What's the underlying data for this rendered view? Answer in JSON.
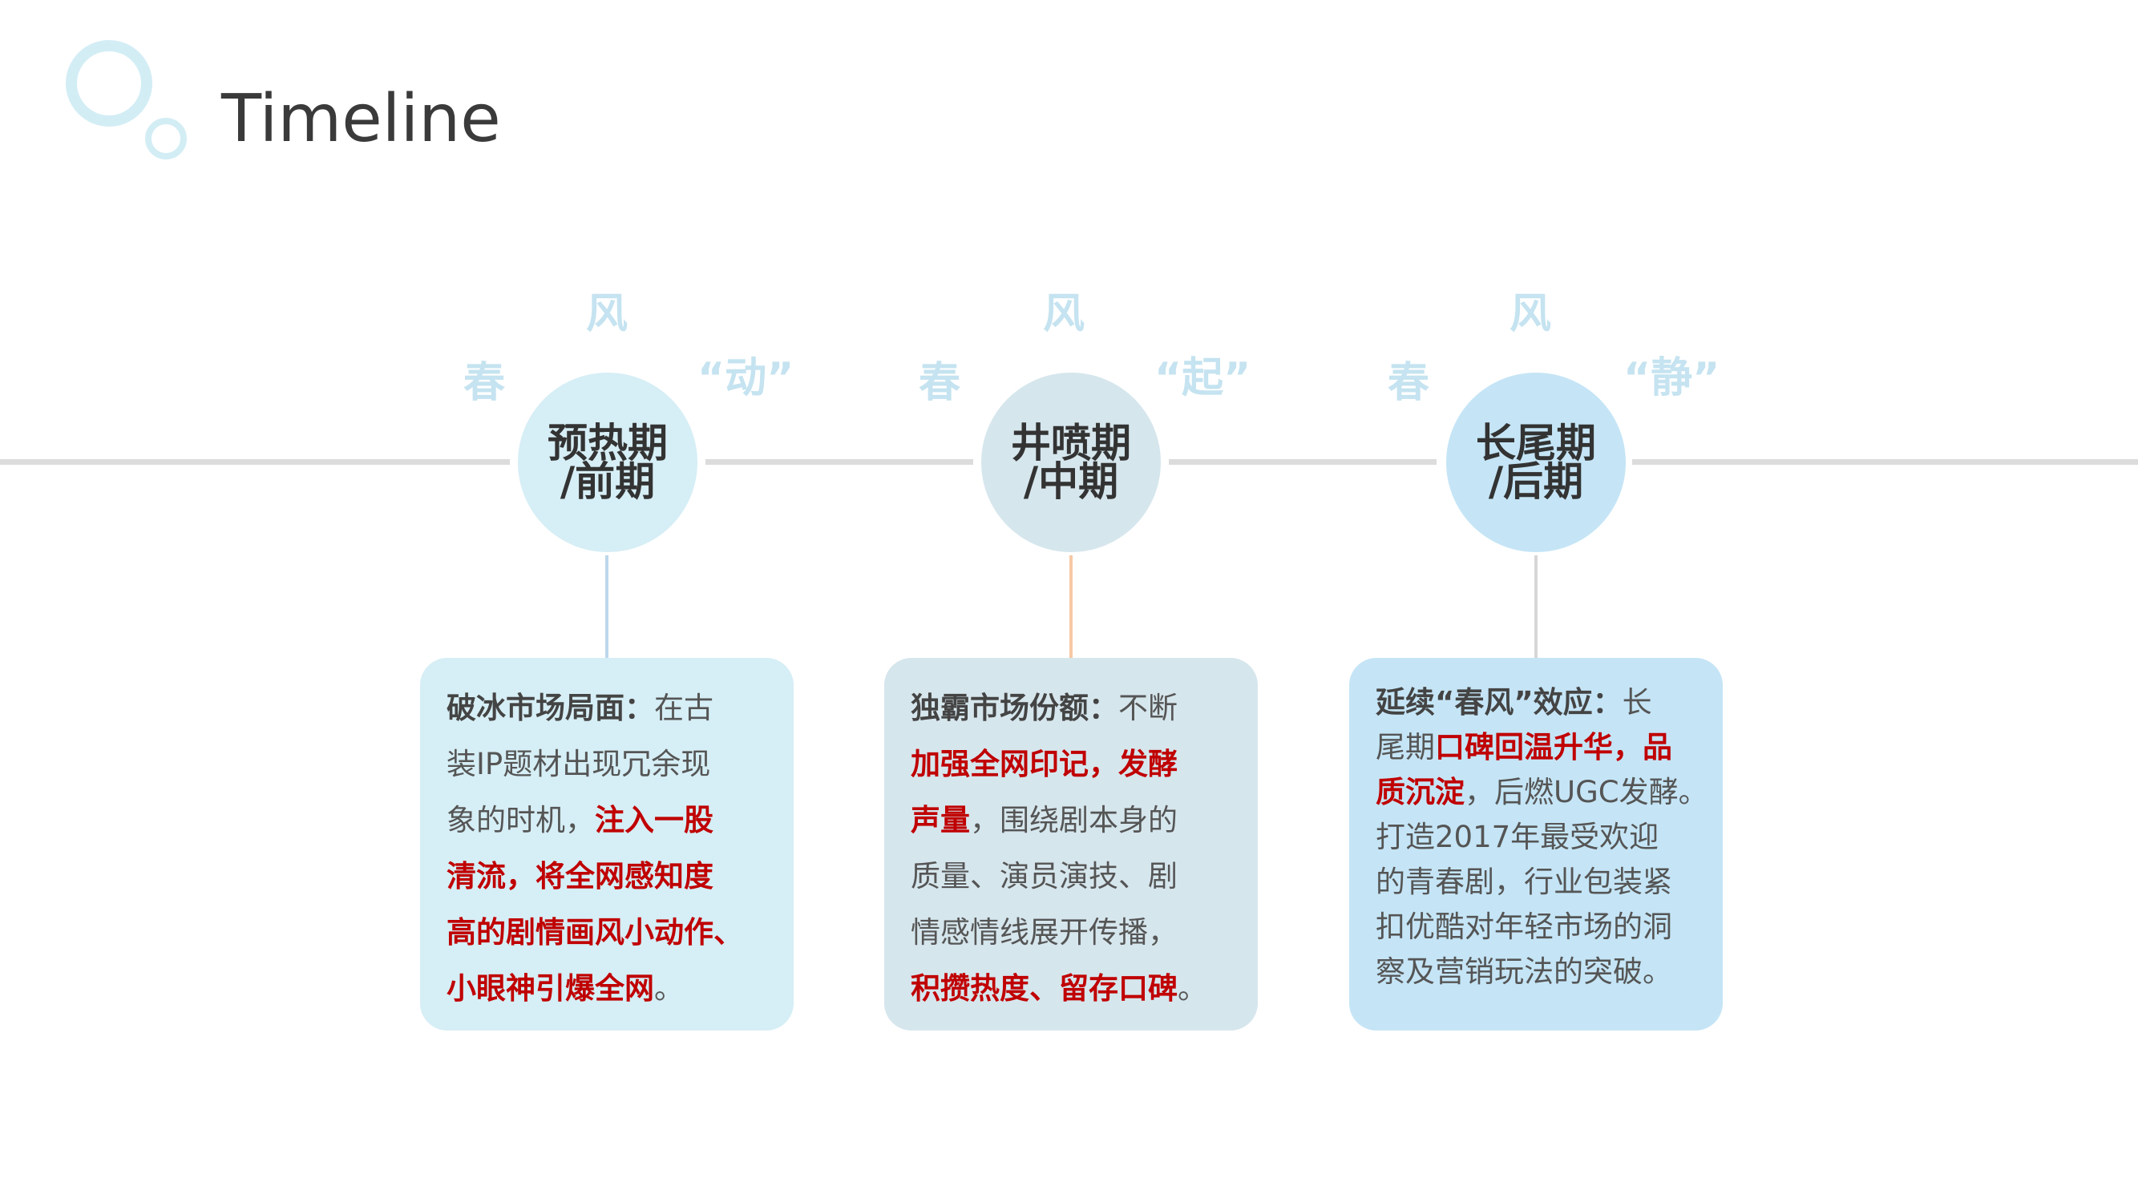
{
  "page": {
    "title": "Timeline",
    "colors": {
      "deco": "#d3edf5",
      "line": "#dcdcdc",
      "wind_text": "#c5e3f0",
      "highlight_red": "#c00000",
      "body_text": "#555555"
    }
  },
  "stages": [
    {
      "wind_top": "风",
      "wind_left": "春",
      "wind_right": "“动”",
      "circle_line1": "预热期",
      "circle_line2": "/前期",
      "circle_color": "#d6eef5",
      "connector_color": "#bdd7ec",
      "card_color": "#d6eef5",
      "card_lines": [
        [
          {
            "t": "破冰市场局面：",
            "s": "b"
          },
          {
            "t": "在古",
            "s": "n"
          }
        ],
        [
          {
            "t": "装IP题材出现冗余现",
            "s": "n"
          }
        ],
        [
          {
            "t": "象的时机，",
            "s": "n"
          },
          {
            "t": "注入一股",
            "s": "r"
          }
        ],
        [
          {
            "t": "清流，将全网感知度",
            "s": "r"
          }
        ],
        [
          {
            "t": "高的剧情画风小动作、",
            "s": "r"
          }
        ],
        [
          {
            "t": "小眼神引爆全网",
            "s": "r"
          },
          {
            "t": "。",
            "s": "n"
          }
        ]
      ]
    },
    {
      "wind_top": "风",
      "wind_left": "春",
      "wind_right": "“起”",
      "circle_line1": "井喷期",
      "circle_line2": "/中期",
      "circle_color": "#d6e6ed",
      "connector_color": "#f6c8a6",
      "card_color": "#d6e6ed",
      "card_lines": [
        [
          {
            "t": "独霸市场份额：",
            "s": "b"
          },
          {
            "t": "不断",
            "s": "n"
          }
        ],
        [
          {
            "t": "加强全网印记，发酵",
            "s": "r"
          }
        ],
        [
          {
            "t": "声量",
            "s": "r"
          },
          {
            "t": "，围绕剧本身的",
            "s": "n"
          }
        ],
        [
          {
            "t": "质量、演员演技、剧",
            "s": "n"
          }
        ],
        [
          {
            "t": "情感情线展开传播，",
            "s": "n"
          }
        ],
        [
          {
            "t": "积攒热度、留存口碑",
            "s": "r"
          },
          {
            "t": "。",
            "s": "n"
          }
        ]
      ]
    },
    {
      "wind_top": "风",
      "wind_left": "春",
      "wind_right": "“静”",
      "circle_line1": "长尾期",
      "circle_line2": "/后期",
      "circle_color": "#c5e5f6",
      "connector_color": "#d6d6d6",
      "card_color": "#c5e5f6",
      "card_lines": [
        [
          {
            "t": "延续“春风”效应：",
            "s": "b"
          },
          {
            "t": "长",
            "s": "n"
          }
        ],
        [
          {
            "t": "尾期",
            "s": "n"
          },
          {
            "t": "口碑回温升华，品",
            "s": "r"
          }
        ],
        [
          {
            "t": "质沉淀",
            "s": "r"
          },
          {
            "t": "，后燃UGC发酵。",
            "s": "n"
          }
        ],
        [
          {
            "t": " 打造2017年最受欢迎",
            "s": "n"
          }
        ],
        [
          {
            "t": "的青春剧，行业包装紧",
            "s": "n"
          }
        ],
        [
          {
            "t": "扣优酷对年轻市场的洞",
            "s": "n"
          }
        ],
        [
          {
            "t": "察及营销玩法的突破。",
            "s": "n"
          }
        ]
      ]
    }
  ]
}
